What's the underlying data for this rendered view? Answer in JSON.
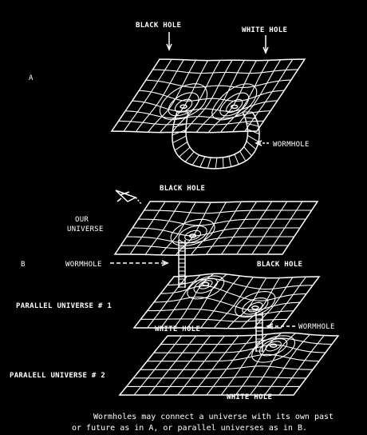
{
  "section_a": {
    "marker": "A",
    "label_black_hole": "BLACK HOLE",
    "label_white_hole": "WHITE HOLE",
    "label_wormhole": "WORMHOLE"
  },
  "section_b": {
    "marker": "B",
    "label_black_hole_top": "BLACK HOLE",
    "label_our_universe_line1": "OUR",
    "label_our_universe_line2": "UNIVERSE",
    "label_wormhole_left": "WORMHOLE",
    "label_black_hole_mid": "BLACK HOLE",
    "label_parallel_1": "PARALLEL UNIVERSE # 1",
    "label_white_hole_mid": "WHITE HOLE",
    "label_wormhole_right": "WORMHOLE",
    "label_parallel_2": "PARALELL UNIVERSE # 2",
    "label_white_hole_bottom": "WHITE HOLE"
  },
  "caption": {
    "line1": "Wormholes may connect a universe with its own past",
    "line2": "or future as in A, or parallel universes as in B."
  },
  "colors": {
    "background": "#000000",
    "line": "#ffffff"
  }
}
